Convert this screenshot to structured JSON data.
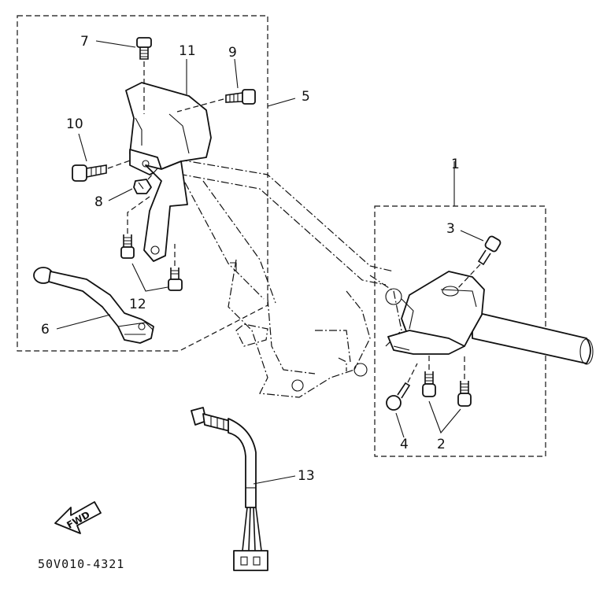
{
  "diagram": {
    "part_code": "50V010-4321",
    "direction_label": "FWD",
    "callouts": {
      "c1": "1",
      "c2": "2",
      "c3": "3",
      "c4": "4",
      "c5": "5",
      "c6": "6",
      "c7": "7",
      "c8": "8",
      "c9": "9",
      "c10": "10",
      "c11": "11",
      "c12": "12",
      "c13": "13"
    }
  }
}
